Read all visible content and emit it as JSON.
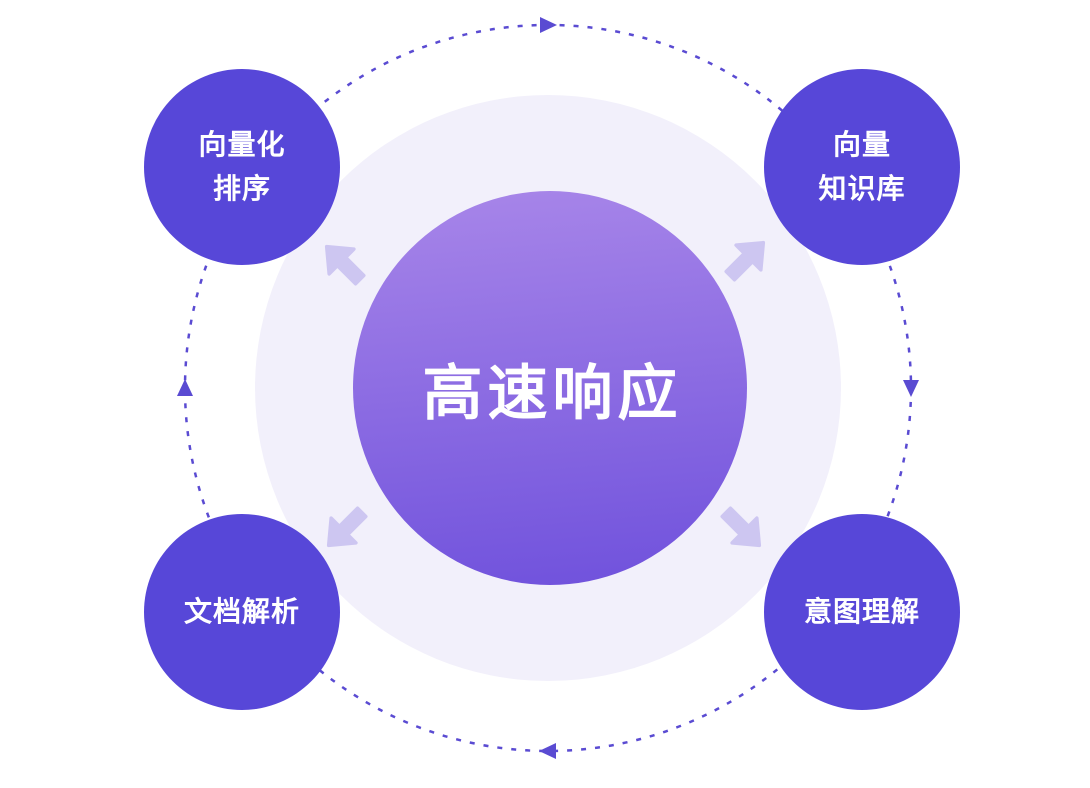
{
  "diagram": {
    "center_label": "高速响应",
    "nodes": [
      {
        "id": "vectorize-sort",
        "line1": "向量化",
        "line2": "排序"
      },
      {
        "id": "vector-knowledge-base",
        "line1": "向量",
        "line2": "知识库"
      },
      {
        "id": "document-parsing",
        "line1": "文档解析",
        "line2": ""
      },
      {
        "id": "intent-understanding",
        "line1": "意图理解",
        "line2": ""
      }
    ],
    "colors": {
      "node_fill": "#5747d8",
      "center_gradient_top": "#a886e9",
      "center_gradient_bottom": "#6f51dc",
      "halo": "#f2f0fb",
      "orbit_stroke": "#5a4bd2",
      "flow_arrow": "#cdc6f1",
      "text": "#ffffff"
    }
  }
}
